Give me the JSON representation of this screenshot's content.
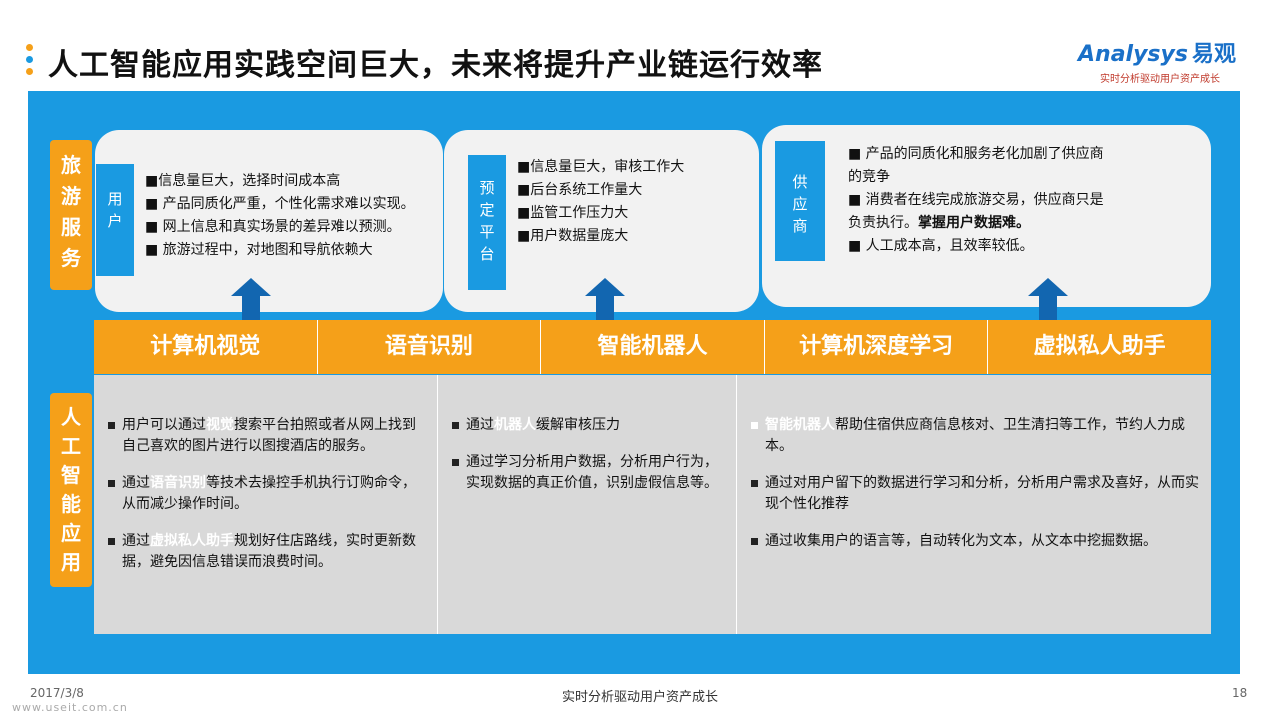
{
  "title": "人工智能应用实践空间巨大，未来将提升产业链运行效率",
  "logo": {
    "main": "Analysys",
    "cn": "易观",
    "sub": "实时分析驱动用户资产成长"
  },
  "side_labels": {
    "tourism": "旅游服务",
    "ai_apps": "人工智能应用"
  },
  "bubbles": [
    {
      "tag": "用户",
      "items": [
        "■信息量巨大，选择时间成本高",
        "■ 产品同质化严重，个性化需求难以实现。",
        "■ 网上信息和真实场景的差异难以预测。",
        "■ 旅游过程中，对地图和导航依赖大"
      ]
    },
    {
      "tag": "预定平台",
      "items": [
        "■信息量巨大，审核工作大",
        "■后台系统工作量大",
        "■监管工作压力大",
        "■用户数据量庞大"
      ]
    },
    {
      "tag": "供应商",
      "items": [
        "■ 产品的同质化和服务老化加剧了供应商",
        "   的竞争",
        "■ 消费者在线完成旅游交易，供应商只是",
        "   负责执行。",
        "■ 人工成本高，且效率较低。"
      ],
      "bold": "掌握用户数据难。"
    }
  ],
  "headers": [
    "计算机视觉",
    "语音识别",
    "智能机器人",
    "计算机深度学习",
    "虚拟私人助手"
  ],
  "columns": [
    [
      {
        "pre": "用户可以通过",
        "kw": "视觉",
        "post": "搜索平台拍照或者从网上找到自己喜欢的图片进行以图搜酒店的服务。"
      },
      {
        "pre": "通过",
        "kw": "语音识别",
        "post": "等技术去操控手机执行订购命令，从而减少操作时间。"
      },
      {
        "pre": "通过",
        "kw": "虚拟私人助手",
        "post": "规划好住店路线，实时更新数据，避免因信息错误而浪费时间。"
      }
    ],
    [
      {
        "pre": "通过",
        "kw": "机器人",
        "post": "缓解审核压力"
      },
      {
        "pre": "",
        "kw": "",
        "post": "通过学习分析用户数据，分析用户行为，实现数据的真正价值，识别虚假信息等。"
      }
    ],
    [
      {
        "pre": "",
        "kw": "智能机器人",
        "post": "帮助住宿供应商信息核对、卫生清扫等工作，节约人力成本。"
      },
      {
        "pre": "",
        "kw": "",
        "post": "通过对用户留下的数据进行学习和分析，分析用户需求及喜好，从而实现个性化推荐"
      },
      {
        "pre": "",
        "kw": "",
        "post": "通过收集用户的语言等，自动转化为文本，从文本中挖掘数据。"
      }
    ]
  ],
  "footer": {
    "date": "2017/3/8",
    "url": "www.useit.com.cn",
    "center": "实时分析驱动用户资产成长",
    "page": "18"
  },
  "colors": {
    "blue": "#1a9ae1",
    "orange": "#f5a019",
    "arrow": "#1266b0"
  }
}
